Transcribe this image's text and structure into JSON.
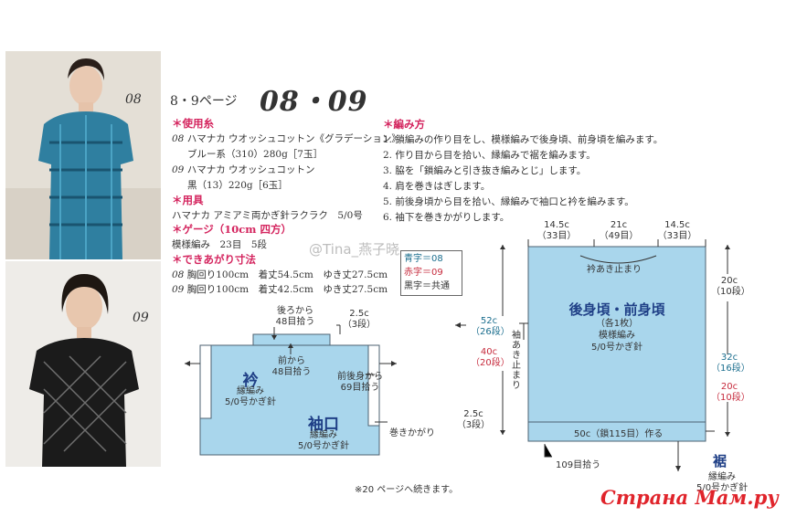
{
  "photos": {
    "top_label": "08",
    "bottom_label": "09"
  },
  "title": {
    "pages": "8・9ページ",
    "models": "08・09"
  },
  "materials": {
    "heading": "＊使用糸",
    "line1_num": "08",
    "line1": "ハマナカ ウオッシュコットン《グラデーション》",
    "line2": "ブルー系（310）280g［7玉］",
    "line3_num": "09",
    "line3": "ハマナカ ウオッシュコットン",
    "line4": "黒（13）220g［6玉］"
  },
  "tools": {
    "heading": "＊用具",
    "line1": "ハマナカ アミアミ両かぎ針ラクラク　5/0号"
  },
  "gauge": {
    "heading": "＊ゲージ（10cm 四方）",
    "line1": "模様編み　23目　5段"
  },
  "size": {
    "heading": "＊できあがり寸法",
    "row1_num": "08",
    "row1": "胸回り100cm　着丈54.5cm　ゆき丈27.5cm",
    "row2_num": "09",
    "row2": "胸回り100cm　着丈42.5cm　ゆき丈27.5cm"
  },
  "method": {
    "heading": "＊編み方",
    "steps": [
      "1. 鎖編みの作り目をし、模様編みで後身頃、前身頃を編みます。",
      "2. 作り目から目を拾い、縁編みで裾を編みます。",
      "3. 脇を「鎖編みと引き抜き編みとじ」します。",
      "4. 肩を巻きはぎします。",
      "5. 前後身頃から目を拾い、縁編みで袖口と衿を編みます。",
      "6. 袖下を巻きかがりします。"
    ]
  },
  "watermark": "@Tina_燕子晓",
  "legend": {
    "blue": "青字＝08",
    "red": "赤字＝09",
    "black": "黒字＝共通"
  },
  "left_diagram": {
    "back_pick": "後ろから",
    "back_pick2": "48目拾う",
    "front_pick": "前から",
    "front_pick2": "48目拾う",
    "frontback_pick": "前後身から",
    "frontback_pick2": "69目拾う",
    "dim_top": "2.5c",
    "dim_top2": "（3段）",
    "collar": "衿",
    "collar_sub1": "縁編み",
    "collar_sub2": "5/0号かぎ針",
    "cuff": "袖口",
    "cuff_sub1": "縁編み",
    "cuff_sub2": "5/0号かぎ針",
    "wrap": "巻きかがり"
  },
  "right_diagram": {
    "w_left": "14.5c",
    "w_left2": "（33目）",
    "w_mid": "21c",
    "w_mid2": "（49目）",
    "w_right": "14.5c",
    "w_right2": "（33目）",
    "neck_stop": "衿あき止まり",
    "h_total_blue": "52c",
    "h_total_blue2": "（26段）",
    "h_total_red": "40c",
    "h_total_red2": "（20段）",
    "sleeve_stop": "袖あき止まり",
    "hem_h": "2.5c",
    "hem_h2": "（3段）",
    "r_top": "20c",
    "r_top2": "（10段）",
    "r_blue": "32c",
    "r_blue2": "（16段）",
    "r_red": "20c",
    "r_red2": "（10段）",
    "body_title": "後身頃・前身頃",
    "body_sub1": "（各1枚）",
    "body_sub2": "模様編み",
    "body_sub3": "5/0号かぎ針",
    "cast_on": "50c（鎖115目）作る",
    "pick_hem": "109目拾う",
    "hem_title": "裾",
    "hem_sub1": "縁編み",
    "hem_sub2": "5/0号かぎ針"
  },
  "footnote": "※20 ページへ続きます。",
  "logo": "Страна Мам.ру",
  "colors": {
    "accent_pink": "#d4245e",
    "diagram_fill": "#a9d6ec",
    "title_navy": "#1f3f86",
    "blue_text": "#1b6e8e",
    "red_text": "#c62a3c"
  }
}
